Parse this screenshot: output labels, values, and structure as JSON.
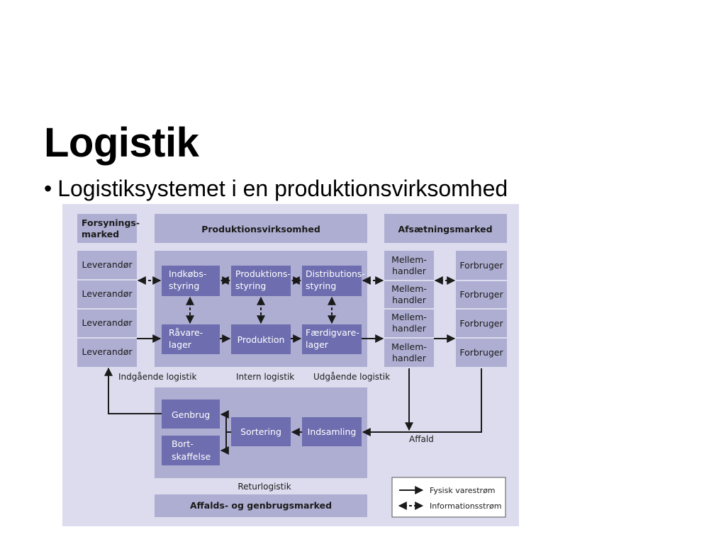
{
  "slide": {
    "title": "Logistik",
    "bullet_marker": "•",
    "bullet": "Logistiksystemet i en produktionsvirksomhed"
  },
  "diagram": {
    "header_supply": [
      "Forsynings-",
      "marked"
    ],
    "header_production": "Produktionsvirksomhed",
    "header_sales": "Afsætningsmarked",
    "suppliers": [
      "Leverandør",
      "Leverandør",
      "Leverandør",
      "Leverandør"
    ],
    "purchasing": [
      "Indkøbs-",
      "styring"
    ],
    "production_control": [
      "Produktions-",
      "styring"
    ],
    "distribution": [
      "Distributions-",
      "styring"
    ],
    "raw_storage": [
      "Råvare-",
      "lager"
    ],
    "production": "Produktion",
    "finished_storage": [
      "Færdigvare-",
      "lager"
    ],
    "intermediaries": [
      [
        "Mellem-",
        "handler"
      ],
      [
        "Mellem-",
        "handler"
      ],
      [
        "Mellem-",
        "handler"
      ],
      [
        "Mellem-",
        "handler"
      ]
    ],
    "consumers": [
      "Forbruger",
      "Forbruger",
      "Forbruger",
      "Forbruger"
    ],
    "caption_inbound": "Indgående logistik",
    "caption_internal": "Intern logistik",
    "caption_outbound": "Udgående logistik",
    "recycling": "Genbrug",
    "disposal": [
      "Bort-",
      "skaffelse"
    ],
    "sorting": "Sortering",
    "collection": "Indsamling",
    "waste": "Affald",
    "caption_return": "Returlogistik",
    "footer_market": "Affalds- og genbrugsmarked",
    "legend_physical": "Fysisk varestrøm",
    "legend_info": "Informationsstrøm",
    "colors": {
      "background": "#dcdcee",
      "light_box": "#aeaed2",
      "dark_box": "#6d6daf",
      "arrow": "#1a1a1a"
    }
  }
}
